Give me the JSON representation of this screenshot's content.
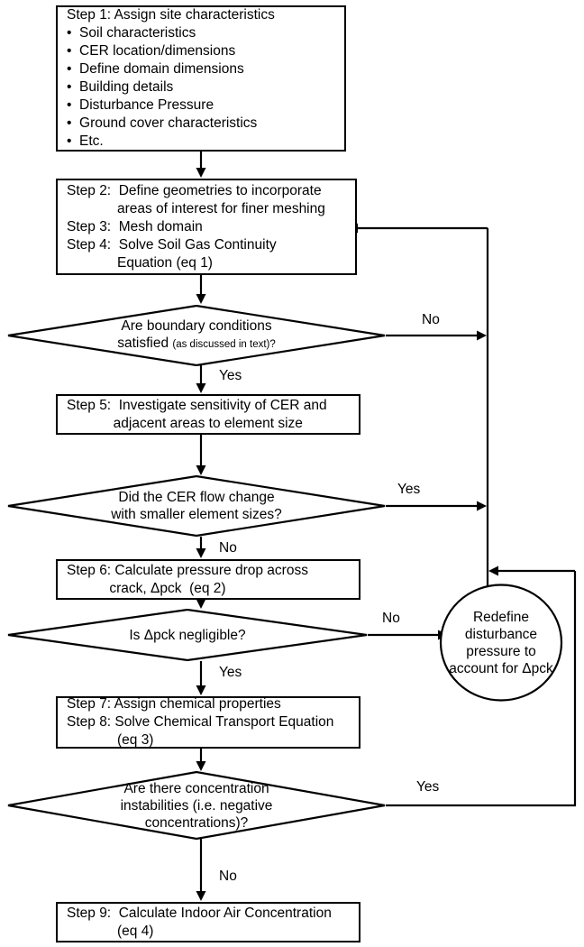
{
  "diagram": {
    "title": "Soil gas / indoor air modeling procedure flowchart",
    "stroke_color": "#000000",
    "background_color": "#ffffff"
  },
  "nodes": {
    "step1": {
      "heading": "Step 1: Assign site characteristics",
      "bullets": [
        "•  Soil characteristics",
        "•  CER location/dimensions",
        "•  Define domain dimensions",
        "•  Building details",
        "•  Disturbance Pressure",
        "•  Ground cover characteristics",
        "•  Etc."
      ]
    },
    "step234": {
      "line1": "Step 2:  Define geometries to incorporate",
      "line2": "             areas of interest for finer meshing",
      "line3": "Step 3:  Mesh domain",
      "line4": "Step 4:  Solve Soil Gas Continuity",
      "line5": "             Equation (eq 1)"
    },
    "decision_boundary": {
      "line1": "Are boundary conditions",
      "line2_main": "satisfied ",
      "line2_small": "(as discussed in text)?"
    },
    "step5": {
      "line1": "Step 5:  Investigate sensitivity of CER and",
      "line2": "            adjacent areas to element size"
    },
    "decision_cer": {
      "line1": "Did the CER flow change",
      "line2": "with smaller element sizes?"
    },
    "step6": {
      "line1": "Step 6: Calculate pressure drop across",
      "line2": "           crack, Δpck  (eq 2)"
    },
    "decision_dpck": {
      "line1": "Is Δpck negligible?"
    },
    "redefine": {
      "line1": "Redefine",
      "line2": "disturbance",
      "line3": "pressure to",
      "line4": "account for Δpck"
    },
    "step78": {
      "line1": "Step 7: Assign chemical properties",
      "line2": "Step 8: Solve Chemical Transport Equation",
      "line3": "             (eq 3)"
    },
    "decision_conc": {
      "line1": "Are there concentration",
      "line2": "instabilities (i.e. negative",
      "line3": "concentrations)?"
    },
    "step9": {
      "line1": "Step 9:  Calculate Indoor Air Concentration",
      "line2": "             (eq 4)"
    }
  },
  "edge_labels": {
    "boundary_no": "No",
    "boundary_yes": "Yes",
    "cer_yes": "Yes",
    "cer_no": "No",
    "dpck_no": "No",
    "dpck_yes": "Yes",
    "conc_yes": "Yes",
    "conc_no": "No"
  }
}
